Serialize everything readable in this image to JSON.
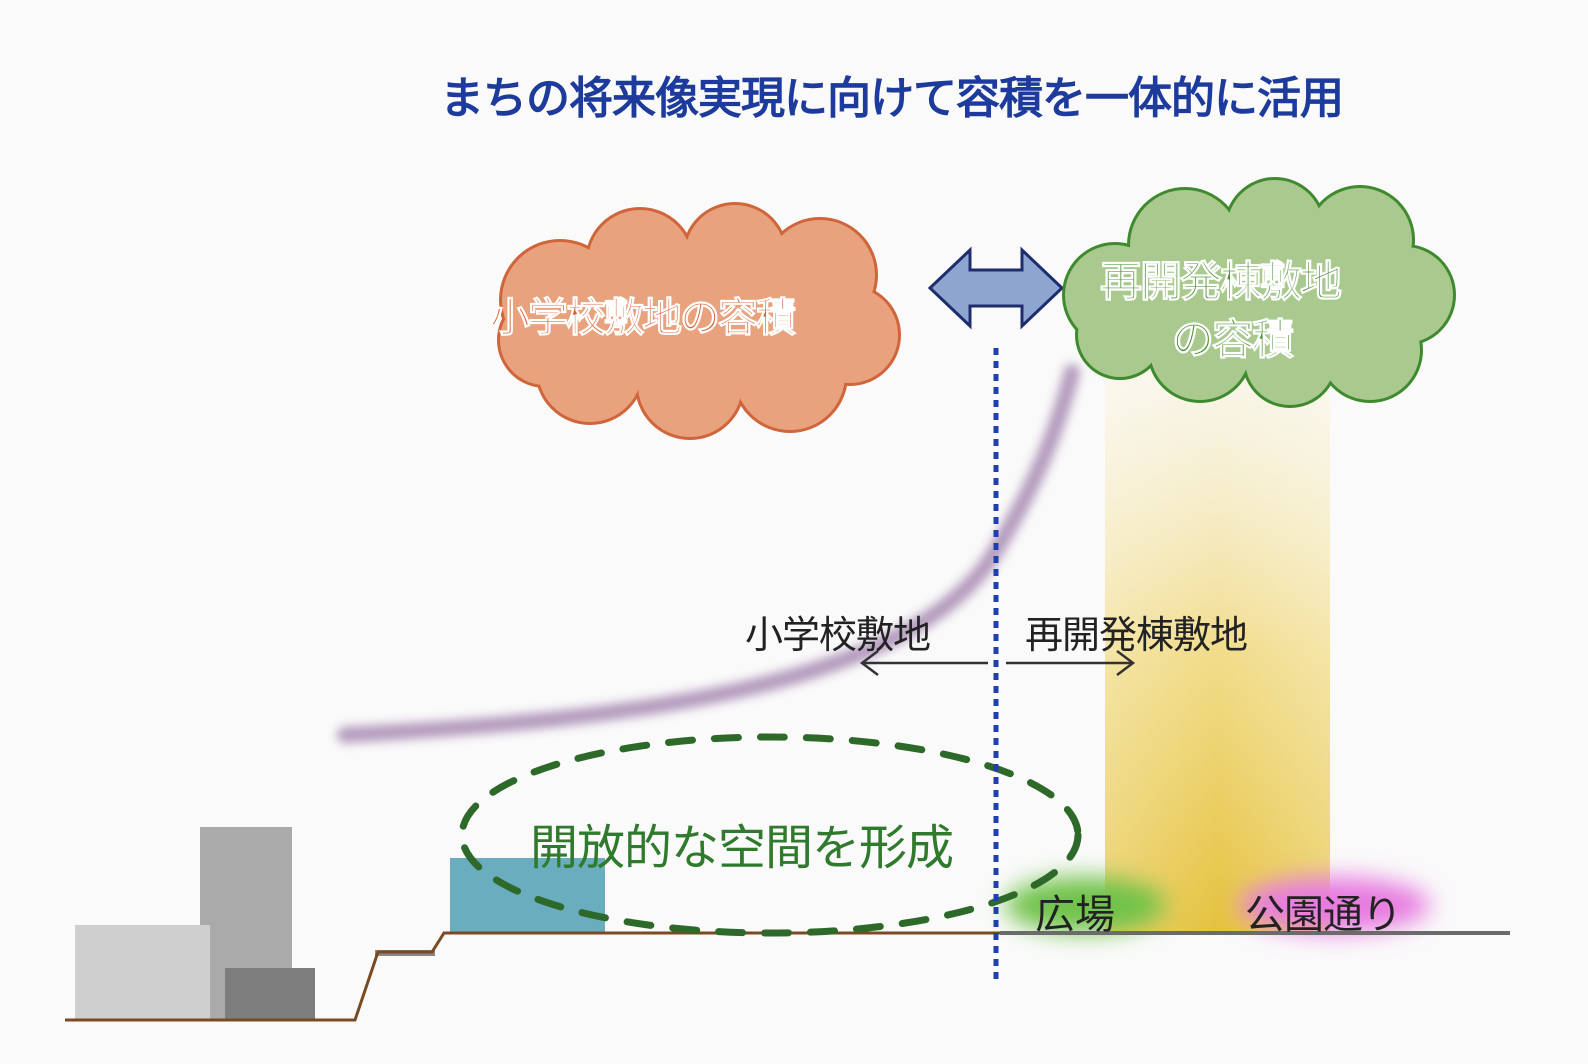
{
  "title": "まちの将来像実現に向けて容積を一体的に活用",
  "clouds": {
    "school": {
      "label": "小学校敷地の容積",
      "color": "#e9a27e"
    },
    "redevelopment": {
      "line1": "再開発棟敷地",
      "line2": "の容積",
      "color": "#a9c98e"
    }
  },
  "site_labels": {
    "school": "小学校敷地",
    "redevelopment": "再開発棟敷地"
  },
  "open_space": "開放的な空間を形成",
  "plaza": "広場",
  "park_street": "公園通り",
  "colors": {
    "title": "#1d3b9c",
    "boundary": "#1f3fb0",
    "transfer": "#9b7aa8",
    "tower": "#e8c64a"
  }
}
